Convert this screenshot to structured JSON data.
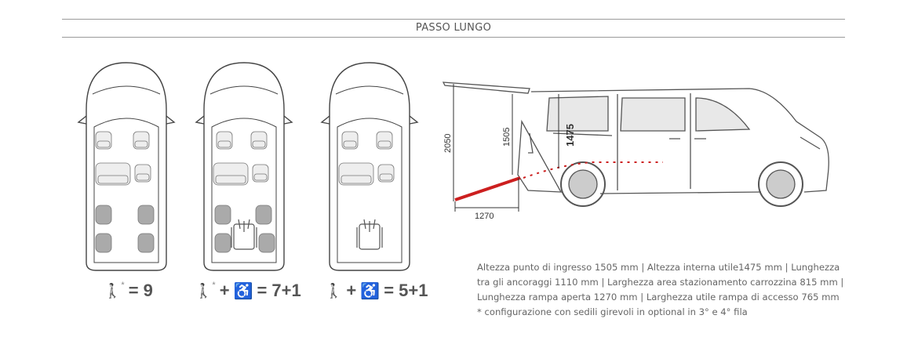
{
  "header": {
    "title": "PASSO LUNGO"
  },
  "configs": [
    {
      "person": "🚶",
      "asterisk": "*",
      "equals": "= 9",
      "wheelchair": false
    },
    {
      "person": "🚶",
      "asterisk": "*",
      "plus": "+",
      "wheelchair_icon": "♿",
      "equals": "= 7+1"
    },
    {
      "person": "🚶",
      "plus": "+",
      "wheelchair_icon": "♿",
      "equals": "= 5+1"
    }
  ],
  "dimensions": {
    "total_height": "2050",
    "entry_height": "1505",
    "interior_height": "1475",
    "ramp_length": "1270"
  },
  "colors": {
    "ramp": "#cc1f1f",
    "line": "#555555"
  },
  "description": [
    "Altezza punto di ingresso 1505 mm | Altezza interna utile1475 mm | Lunghezza",
    "tra gli ancoraggi 1110 mm | Larghezza area stazionamento carrozzina 815 mm |",
    "Lunghezza rampa aperta 1270 mm | Larghezza utile rampa di accesso 765 mm",
    "* configurazione con sedili girevoli in optional in 3° e 4° fila"
  ]
}
